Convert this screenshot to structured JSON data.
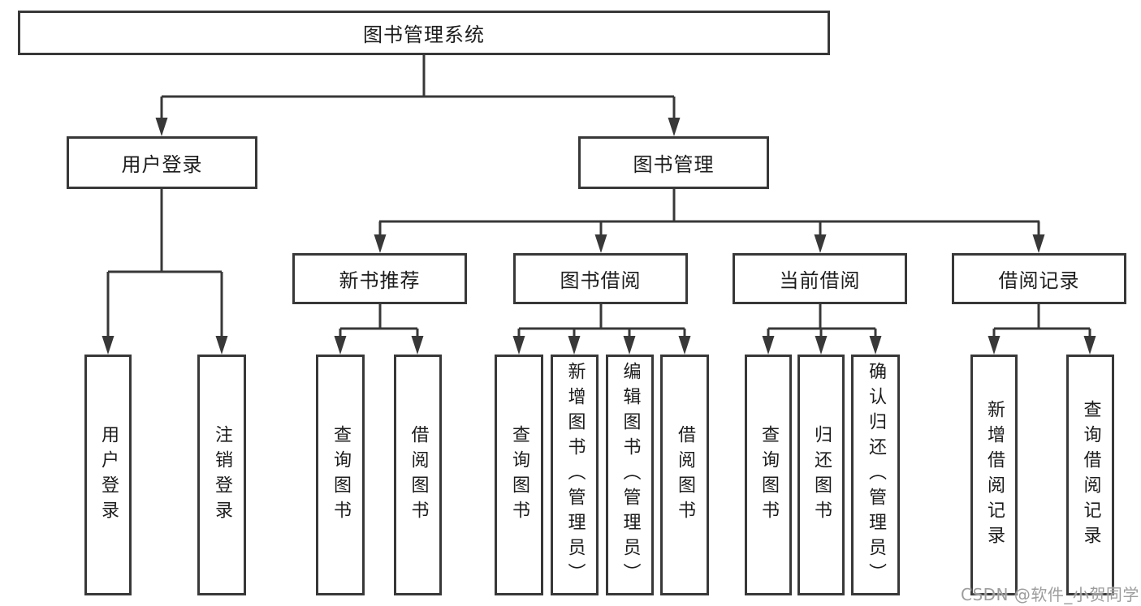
{
  "title": "图书管理系统",
  "tree": {
    "label": "图书管理系统",
    "children": [
      {
        "label": "用户登录",
        "children": [
          {
            "label": "用户登录"
          },
          {
            "label": "注销登录"
          }
        ]
      },
      {
        "label": "图书管理",
        "children": [
          {
            "label": "新书推荐",
            "children": [
              {
                "label": "查询图书"
              },
              {
                "label": "借阅图书"
              }
            ]
          },
          {
            "label": "图书借阅",
            "children": [
              {
                "label": "查询图书"
              },
              {
                "label": "新增图书（管理员）"
              },
              {
                "label": "编辑图书（管理员）"
              },
              {
                "label": "借阅图书"
              }
            ]
          },
          {
            "label": "当前借阅",
            "children": [
              {
                "label": "查询图书"
              },
              {
                "label": "归还图书"
              },
              {
                "label": "确认归还（管理员）"
              }
            ]
          },
          {
            "label": "借阅记录",
            "children": [
              {
                "label": "新增借阅记录"
              },
              {
                "label": "查询借阅记录"
              }
            ]
          }
        ]
      }
    ]
  },
  "watermark": {
    "text": "CSDN @软件_小贺同学"
  },
  "colors": {
    "line": "#383838",
    "box_border": "#383838",
    "box_fill": "#ffffff",
    "text": "#1c1c1c",
    "watermark": "#9d9d9d",
    "background": "#ffffff"
  }
}
